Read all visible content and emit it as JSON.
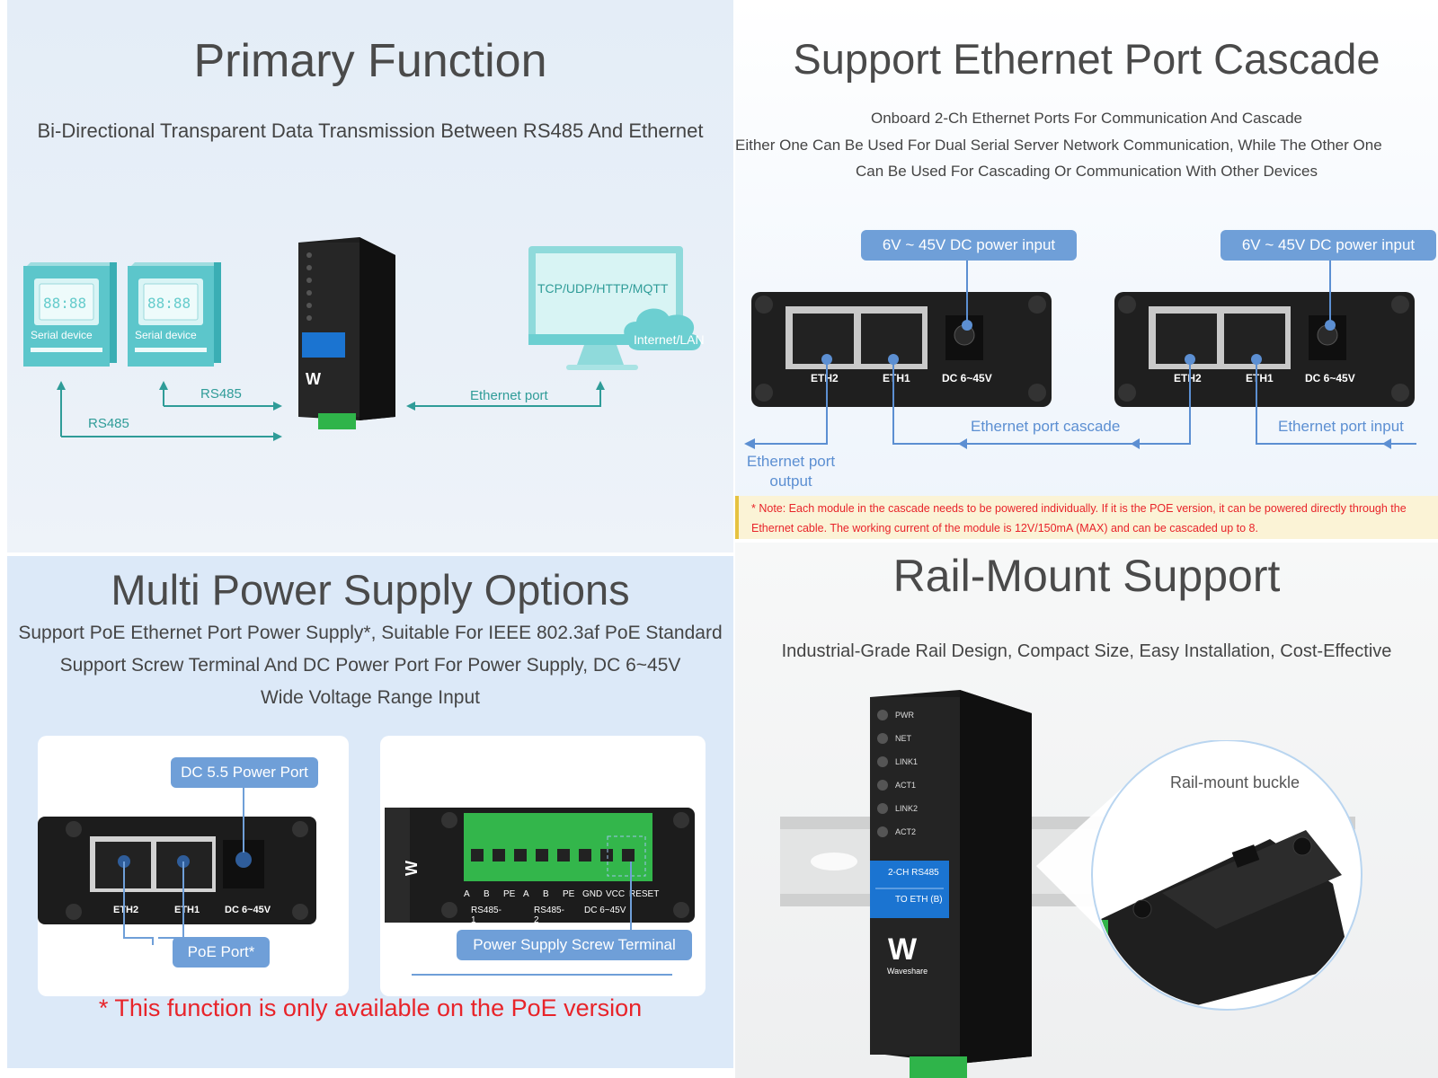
{
  "primary": {
    "title": "Primary Function",
    "subtitle": "Bi-Directional Transparent Data Transmission Between RS485 And Ethernet",
    "serial_device_label": "Serial device",
    "display_digits": "88:88",
    "rs485_label_a": "RS485",
    "rs485_label_b": "RS485",
    "protocols": "TCP/UDP/HTTP/MQTT",
    "internet_label": "Internet/LAN",
    "ethernet_port_label": "Ethernet port"
  },
  "cascade": {
    "title": "Support Ethernet Port Cascade",
    "lines": [
      "Onboard 2-Ch Ethernet Ports For Communication And Cascade",
      "Either One Can Be Used For Dual Serial Server Network Communication, While The Other One",
      "Can Be Used For Cascading Or Communication With Other Devices"
    ],
    "power_input_label": "6V ~ 45V DC power input",
    "port_labels": [
      "ETH2",
      "ETH1",
      "DC 6~45V"
    ],
    "eth_output_label": "Ethernet port\noutput",
    "eth_cascade_label": "Ethernet port cascade",
    "eth_input_label": "Ethernet port input",
    "note": "* Note: Each module in the cascade needs to be powered individually. If it is the POE version, it can be powered directly through the Ethernet cable. The working current of the module is 12V/150mA (MAX) and can be cascaded up to 8."
  },
  "power": {
    "title": "Multi Power Supply Options",
    "lines": [
      "Support PoE Ethernet Port Power Supply*, Suitable For IEEE 802.3af PoE Standard",
      "Support Screw Terminal And DC Power Port For Power Supply, DC 6~45V",
      "Wide Voltage Range Input"
    ],
    "dc_port_label": "DC 5.5 Power Port",
    "poe_port_label": "PoE Port*",
    "screw_terminal_label": "Power Supply Screw Terminal",
    "terminal_pins": [
      "A",
      "B",
      "PE",
      "A",
      "B",
      "PE",
      "GND",
      "VCC",
      "RESET"
    ],
    "terminal_groups": [
      "RS485-1",
      "RS485-2",
      "DC 6~45V"
    ],
    "footnote": "* This function is only available on the PoE version",
    "footnote_color": "#e8242a"
  },
  "rail": {
    "title": "Rail-Mount Support",
    "subtitle": "Industrial-Grade Rail Design, Compact Size, Easy Installation, Cost-Effective",
    "leds": [
      "PWR",
      "NET",
      "LINK1",
      "ACT1",
      "LINK2",
      "ACT2"
    ],
    "badge_line1": "2-CH RS485",
    "badge_line2": "TO ETH (B)",
    "brand": "Waveshare",
    "buckle_label": "Rail-mount buckle"
  },
  "colors": {
    "accent_blue": "#6f9fd8",
    "teal": "#2f9c98",
    "note_red": "#e8242a",
    "terminal_green": "#2fb44a"
  }
}
